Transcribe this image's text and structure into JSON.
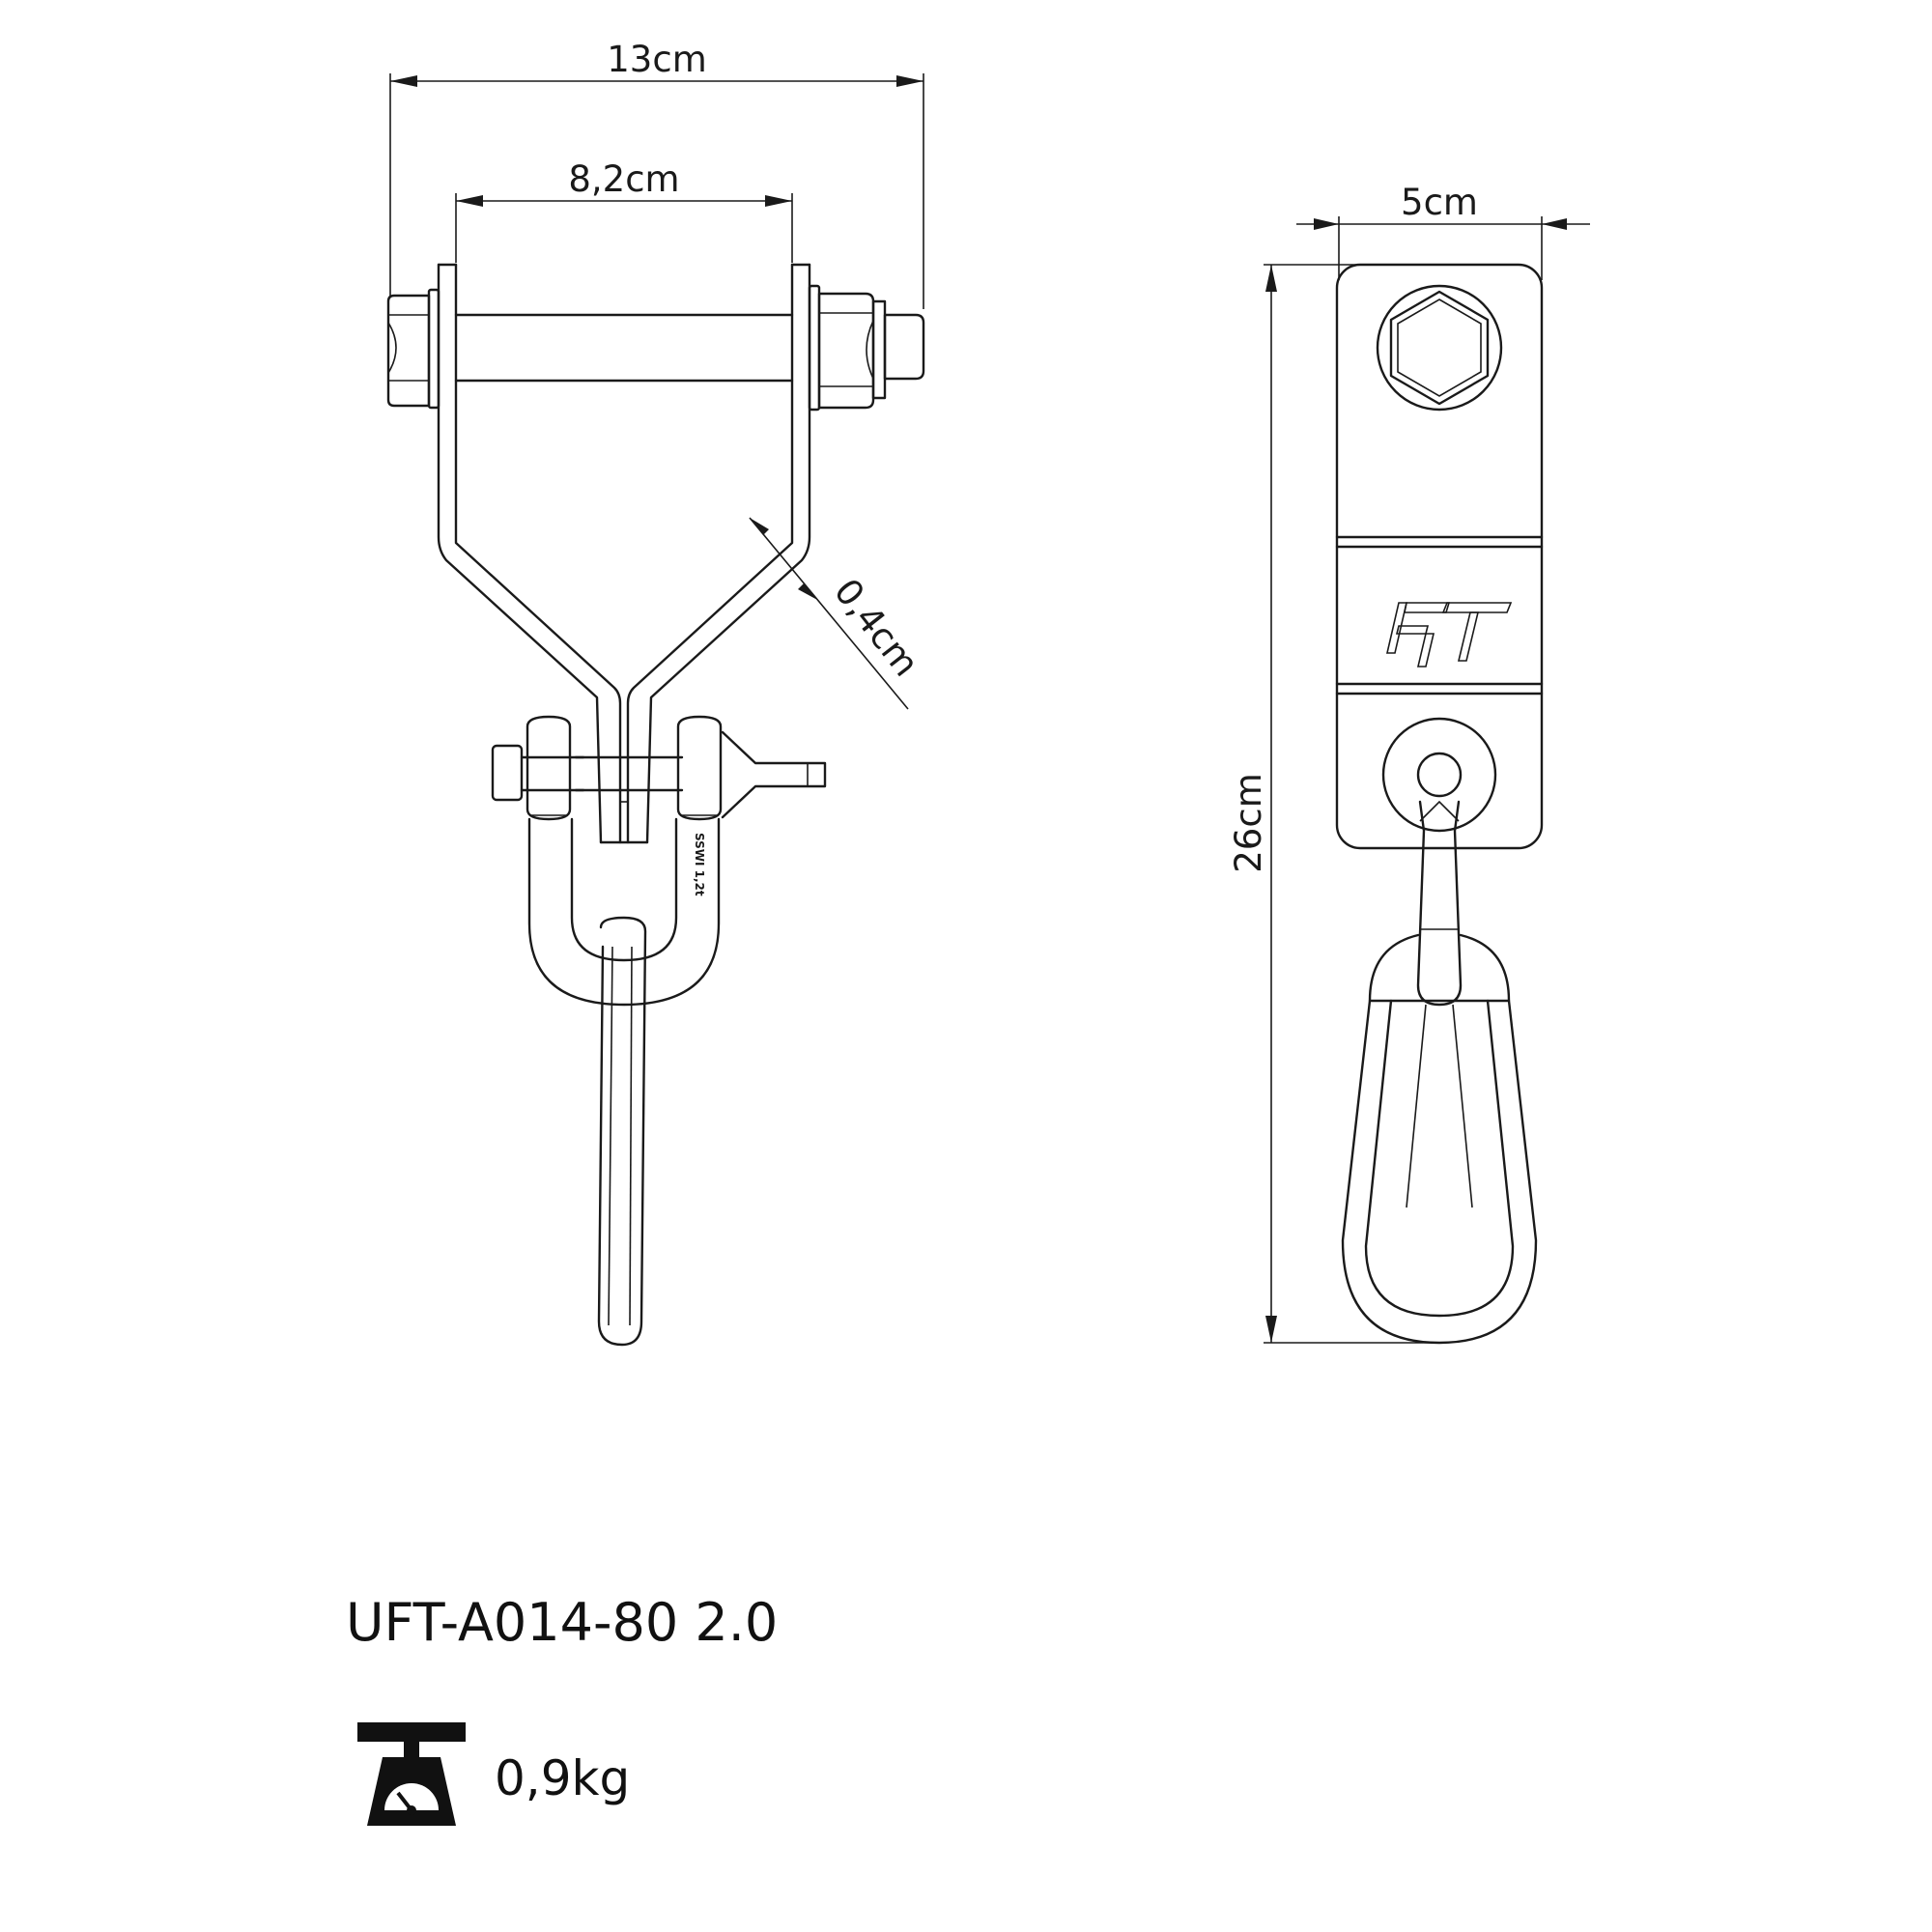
{
  "dimensions": {
    "overall_width": "13cm",
    "inner_width": "8,2cm",
    "plate_thickness": "0,4cm",
    "side_width": "5cm",
    "overall_height": "26cm"
  },
  "engraving": "SSWI 1,2t",
  "logo_text": "FT",
  "product": {
    "model": "UFT-A014-80 2.0",
    "weight": "0,9kg"
  },
  "icons": {
    "weight": "scale-weight-icon"
  }
}
